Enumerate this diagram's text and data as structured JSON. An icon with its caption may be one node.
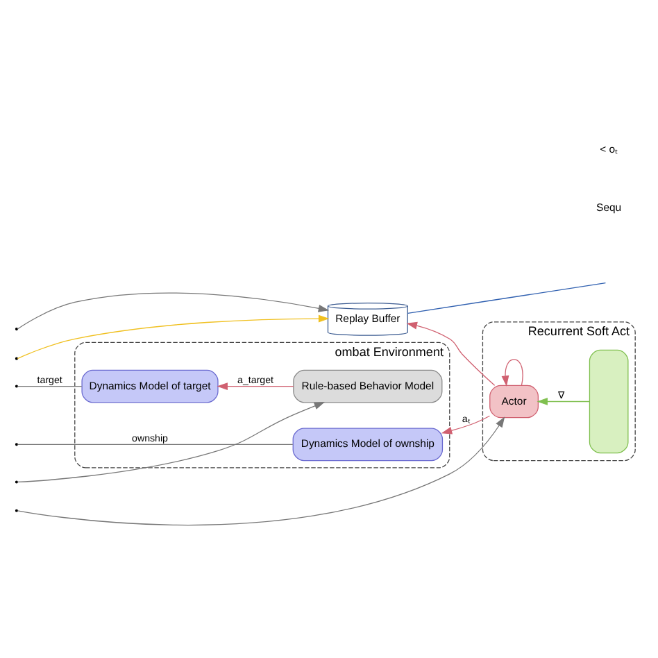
{
  "diagram": {
    "nodes": [
      {
        "text": [
          "ombat Environment"
        ]
      },
      {
        "text": [
          "Dynamics Model of ownship"
        ],
        "in": 0
      },
      {
        "text": [
          "Dynamics Model of target"
        ],
        "in": 0
      },
      {
        "text": [
          "Rule-based Behavior Model"
        ],
        "in": 0
      },
      {
        "text": [
          "Recurrent Soft Act"
        ]
      },
      {
        "text": [
          "Actor"
        ],
        "in": 4
      },
      {
        "text": [],
        "shape": "box",
        "in": 4
      },
      {
        "text": [
          "Replay Buffer"
        ]
      }
    ],
    "edges": [
      {
        "from": 5,
        "to": 5,
        "arrow": "to",
        "color": "#d06070"
      },
      {
        "from": 5,
        "to": 1,
        "arrow": "to",
        "label": "aₜ",
        "color": "#d06070"
      },
      {
        "from": 5,
        "to": 7,
        "arrow": "to",
        "color": "#d06070"
      },
      {
        "from": 6,
        "to": 5,
        "arrow": "to",
        "label": "∇",
        "color": "#80c050"
      },
      {
        "from": 3,
        "to": 2,
        "arrow": "to",
        "label": "a_target",
        "color": "#d06070"
      },
      {
        "from": 1,
        "to": null,
        "arrow": "none",
        "label": "ownship"
      },
      {
        "from": 2,
        "to": null,
        "arrow": "none",
        "label": "target"
      },
      {
        "from": null,
        "to": 3,
        "arrow": "to"
      },
      {
        "from": null,
        "to": 5,
        "arrow": "to"
      },
      {
        "from": null,
        "to": 7,
        "arrow": "to"
      },
      {
        "from": null,
        "to": 7,
        "arrow": "to",
        "color": "#f0c020"
      },
      {
        "from": 7,
        "to": null,
        "arrow": "none",
        "color": "#3060b0"
      }
    ],
    "labels": [
      "Sequ",
      "< oₜ"
    ]
  }
}
